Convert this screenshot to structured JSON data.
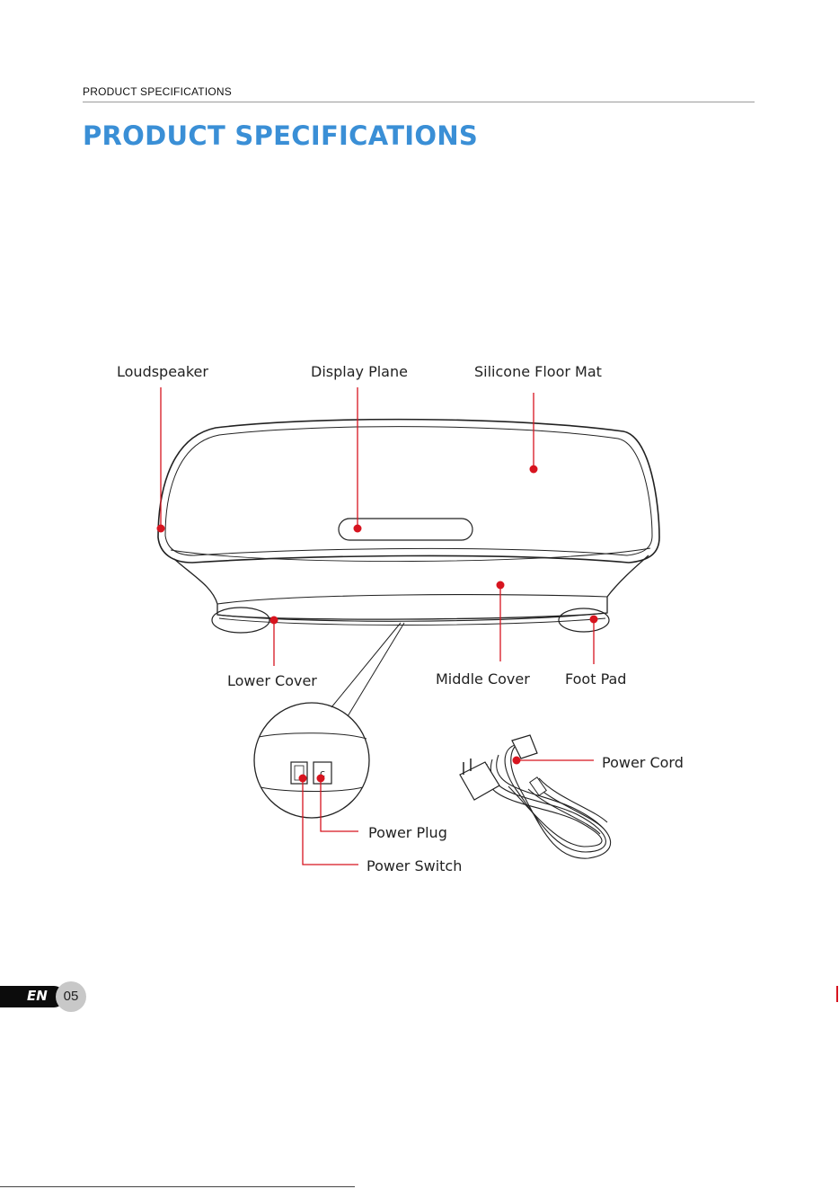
{
  "header": {
    "running_title": "PRODUCT SPECIFICATIONS",
    "page_title": "PRODUCT SPECIFICATIONS"
  },
  "diagram": {
    "labels": {
      "loudspeaker": "Loudspeaker",
      "display_plane": "Display Plane",
      "silicone_floor_mat": "Silicone Floor Mat",
      "lower_cover": "Lower Cover",
      "middle_cover": "Middle Cover",
      "foot_pad": "Foot Pad",
      "power_cord": "Power Cord",
      "power_plug": "Power Plug",
      "power_switch": "Power Switch"
    },
    "colors": {
      "callout": "#d7141f",
      "outline": "#222222",
      "title": "#3a8fd6"
    }
  },
  "footer": {
    "language": "EN",
    "page_number": "05"
  }
}
